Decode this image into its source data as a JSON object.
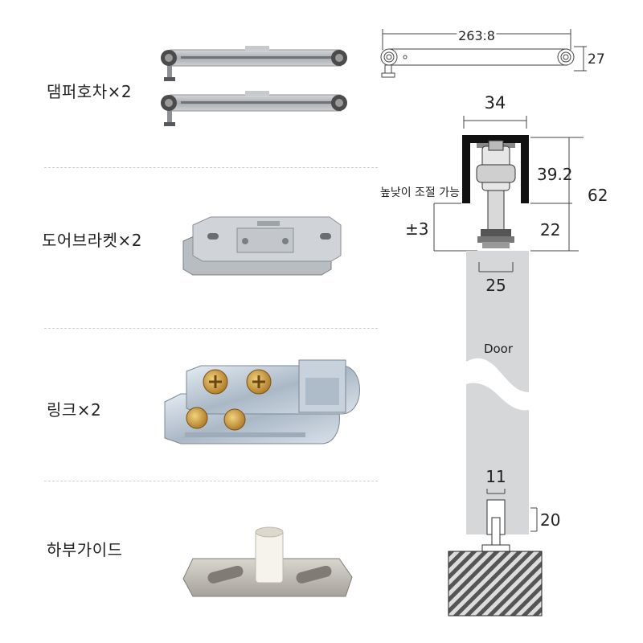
{
  "labels": {
    "damper": "댐퍼호차×2",
    "bracket": "도어브라켓×2",
    "link": "링크×2",
    "guide": "하부가이드"
  },
  "dimensions": {
    "length": "263.8",
    "height_small": "27",
    "width_top": "34",
    "d392": "39.2",
    "d62": "62",
    "adjust_note": "높낮이 조절 가능",
    "pm3": "±3",
    "d22": "22",
    "d25": "25",
    "door": "Door",
    "d11": "11",
    "d20": "20"
  },
  "colors": {
    "metal": "#b9bcbf",
    "door": "#d5d7d9",
    "brass": "#c8963c",
    "hatch": "#555555"
  }
}
